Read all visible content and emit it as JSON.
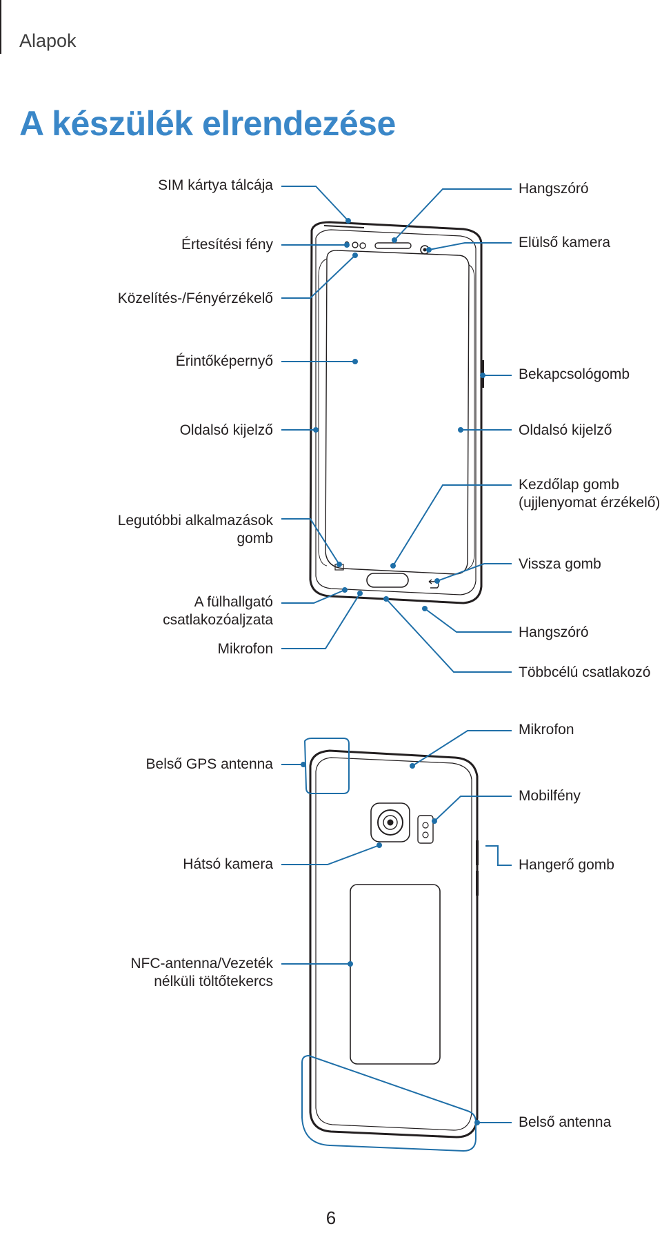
{
  "header": {
    "section": "Alapok"
  },
  "title": "A készülék elrendezése",
  "front": {
    "left_labels": {
      "sim_tray": "SIM kártya tálcája",
      "notification_light": "Értesítési fény",
      "proximity_sensor": "Közelítés-/Fényérzékelő",
      "touchscreen": "Érintőképernyő",
      "side_display_left": "Oldalsó kijelző",
      "recent_apps_line1": "Legutóbbi alkalmazások",
      "recent_apps_line2": "gomb",
      "headset_jack_line1": "A fülhallgató",
      "headset_jack_line2": "csatlakozóaljzata",
      "microphone": "Mikrofon"
    },
    "right_labels": {
      "earpiece": "Hangszóró",
      "front_camera": "Elülső kamera",
      "power_key": "Bekapcsológomb",
      "side_display_right": "Oldalsó kijelző",
      "home_key_line1": "Kezdőlap gomb",
      "home_key_line2": "(ujjlenyomat érzékelő)",
      "back_key": "Vissza gomb",
      "speaker": "Hangszóró",
      "multipurpose_jack": "Többcélú csatlakozó"
    }
  },
  "back": {
    "left_labels": {
      "gps_antenna": "Belső GPS antenna",
      "rear_camera": "Hátsó kamera",
      "nfc_line1": "NFC-antenna/Vezeték",
      "nfc_line2": "nélküli töltőtekercs"
    },
    "right_labels": {
      "microphone": "Mikrofon",
      "flash": "Mobilfény",
      "volume_key": "Hangerő gomb",
      "main_antenna": "Belső antenna"
    }
  },
  "page_number": "6",
  "colors": {
    "accent": "#3a87c8",
    "callout": "#1f6fa8",
    "text": "#231f20"
  }
}
